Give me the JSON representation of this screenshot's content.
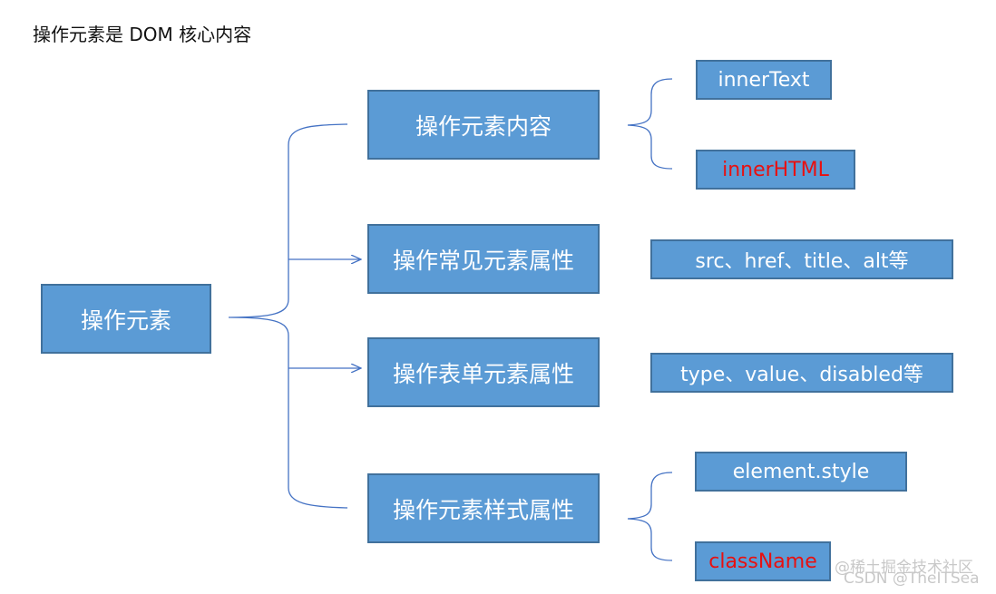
{
  "title": "操作元素是 DOM 核心内容",
  "root": {
    "label": "操作元素"
  },
  "categories": [
    {
      "label": "操作元素内容"
    },
    {
      "label": "操作常见元素属性"
    },
    {
      "label": "操作表单元素属性"
    },
    {
      "label": "操作元素样式属性"
    }
  ],
  "details": [
    {
      "label": "innerText",
      "color": "#ffffff"
    },
    {
      "label": "innerHTML",
      "color": "#e81010"
    },
    {
      "label": "src、href、title、alt等",
      "color": "#ffffff"
    },
    {
      "label": "type、value、disabled等",
      "color": "#ffffff"
    },
    {
      "label": "element.style",
      "color": "#ffffff"
    },
    {
      "label": "className",
      "color": "#e81010"
    }
  ],
  "watermark": {
    "line1": "@稀土掘金技术社区",
    "line2": "CSDN @TheITSea"
  },
  "colors": {
    "box_fill": "#5b9bd5",
    "box_border": "#41719c",
    "line": "#4472c4",
    "highlight_text": "#e81010"
  }
}
